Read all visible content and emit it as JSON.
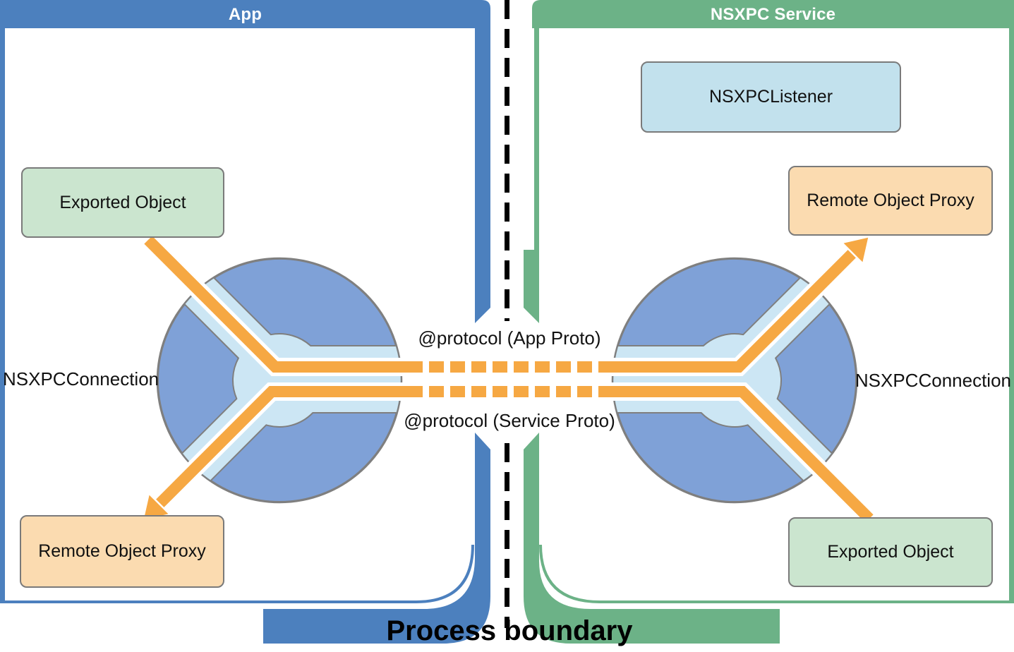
{
  "panels": {
    "app": {
      "title": "App",
      "accent": "#4c80be"
    },
    "service": {
      "title": "NSXPC Service",
      "accent": "#6cb287"
    }
  },
  "nodes": {
    "listener": {
      "label": "NSXPCListener",
      "fill": "#c2e1ed"
    },
    "app_exported": {
      "label": "Exported Object",
      "fill": "#cbe5cf"
    },
    "app_remote_proxy": {
      "label": "Remote Object Proxy",
      "fill": "#fbdbb0"
    },
    "service_remote_proxy": {
      "label": "Remote Object Proxy",
      "fill": "#fbdbb0"
    },
    "service_exported": {
      "label": "Exported Object",
      "fill": "#cbe5cf"
    },
    "app_connection": {
      "label": "NSXPCConnection"
    },
    "service_connection": {
      "label": "NSXPCConnection"
    }
  },
  "labels": {
    "app_protocol": "@protocol (App Proto)",
    "service_protocol": "@protocol (Service Proto)",
    "process_boundary": "Process boundary"
  },
  "colors": {
    "app_accent": "#4c80be",
    "service_accent": "#6cb287",
    "connection_ring": "#7fa1d7",
    "connection_channel": "#cce6f4",
    "message_arrow": "#f6a843",
    "node_border": "#7a7a7a",
    "boundary_line": "#000000"
  }
}
